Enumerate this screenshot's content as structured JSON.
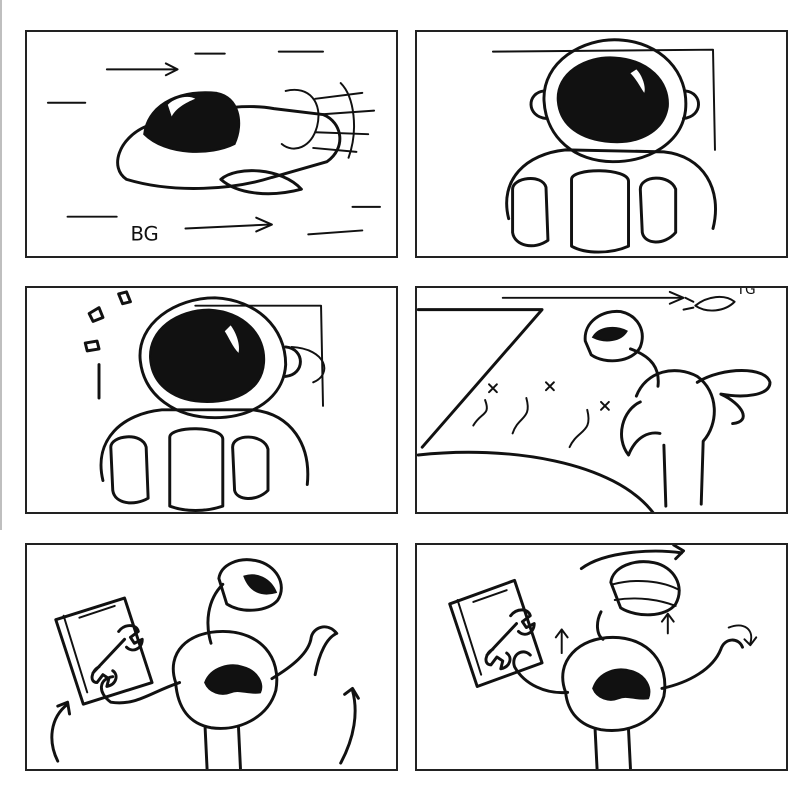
{
  "storyboard": {
    "panels": [
      {
        "id": "panel-1",
        "note": "BG"
      },
      {
        "id": "panel-2",
        "note": ""
      },
      {
        "id": "panel-3",
        "note": ""
      },
      {
        "id": "panel-4",
        "note": "TG"
      },
      {
        "id": "panel-5",
        "note": ""
      },
      {
        "id": "panel-6",
        "note": ""
      }
    ]
  }
}
